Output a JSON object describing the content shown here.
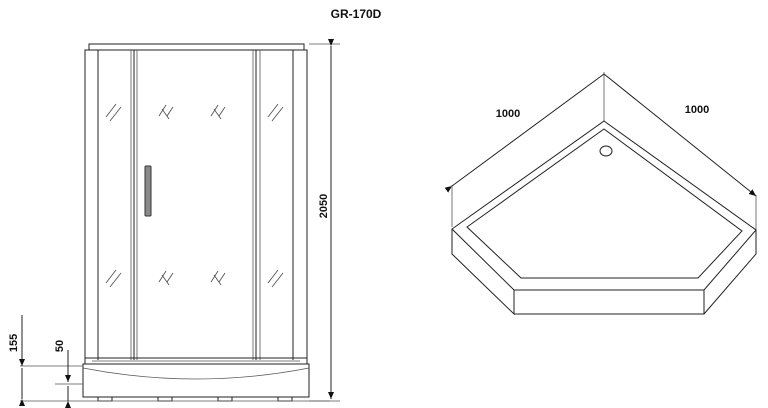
{
  "title": "GR-170D",
  "front_view": {
    "height_label": "2050",
    "base_label": "155",
    "tray_label": "50"
  },
  "tray_view": {
    "side_left_label": "1000",
    "side_right_label": "1000"
  }
}
